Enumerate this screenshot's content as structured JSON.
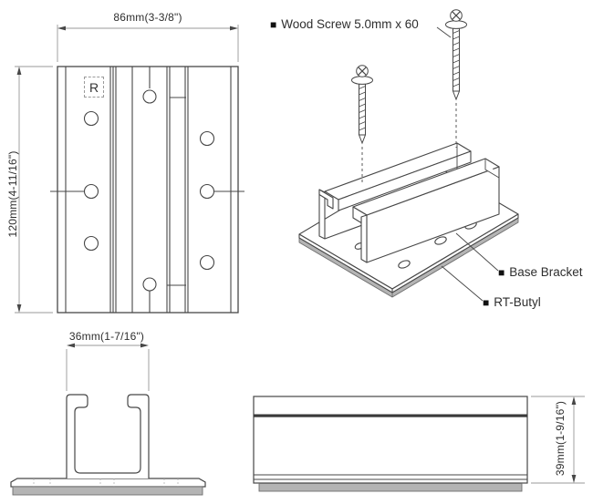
{
  "top_view": {
    "width_dim": "86mm(3-3/8\")",
    "height_dim": "120mm(4-11/16\")",
    "marking": "R"
  },
  "front_view": {
    "width_dim": "36mm(1-7/16\")"
  },
  "side_view": {
    "height_dim": "39mm(1-9/16\")"
  },
  "iso_view": {
    "bullet": "■",
    "screw_label": "Wood Screw 5.0mm x 60",
    "bracket_label": "Base Bracket",
    "butyl_label": "RT-Butyl"
  },
  "colors": {
    "line": "#474747",
    "light": "#989898",
    "butyl": "#b4b4b4",
    "butyl_edge": "#6e6e6e",
    "band": "#3a3a3a",
    "text": "#2e2e2e",
    "bg": "#ffffff"
  }
}
